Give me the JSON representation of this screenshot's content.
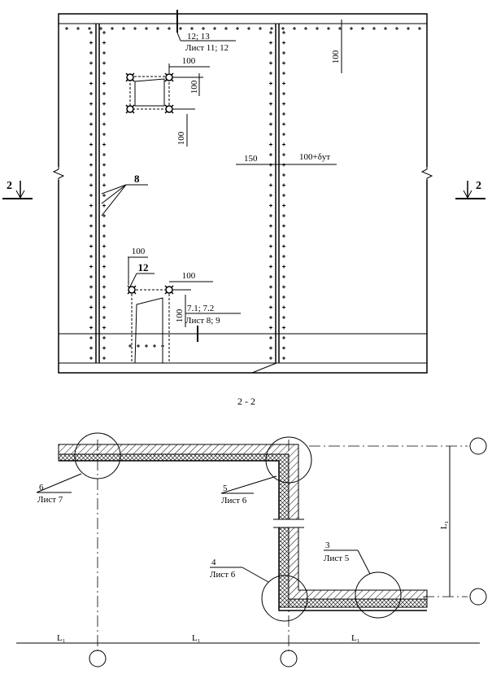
{
  "top_view": {
    "callout_sheets_11_12": {
      "ref": "12; 13",
      "sheet": "Лист 11; 12"
    },
    "callout_sheets_8_9": {
      "ref": "7.1; 7.2",
      "sheet": "Лист 8; 9"
    },
    "dim_100_right_top": "100",
    "dim_100_upper_opening_top": "100",
    "dim_100_upper_opening_side": "100",
    "dim_100_upper_opening_below": "100",
    "dim_150": "150",
    "dim_100_plus_insulation": "100+δут",
    "dim_100_lower_opening_top": "100",
    "dim_100_lower_opening_right": "100",
    "dim_100_lower_opening_side": "100",
    "pos_8": "8",
    "pos_12": "12",
    "section_mark": "2"
  },
  "section_title": "2 - 2",
  "section_view": {
    "node_6": {
      "num": "6",
      "sheet": "Лист 7"
    },
    "node_5": {
      "num": "5",
      "sheet": "Лист 6"
    },
    "node_4": {
      "num": "4",
      "sheet": "Лист 6"
    },
    "node_3": {
      "num": "3",
      "sheet": "Лист 5"
    },
    "grid_span": "L₁",
    "grid_span_vertical": "L₁"
  }
}
